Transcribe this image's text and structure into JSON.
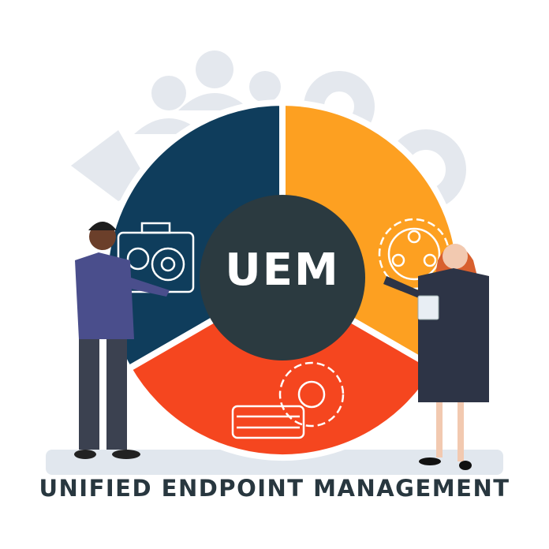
{
  "center_label": "UEM",
  "caption": "UNIFIED ENDPOINT MANAGEMENT",
  "colors": {
    "blue": "#0f3d5c",
    "orange": "#fda021",
    "red": "#f5461f",
    "center": "#2b3a40",
    "text": "#28373f",
    "ground": "#e1e7ee",
    "background_shapes": "#e4e8ee"
  },
  "segments": [
    {
      "icon": "toolbox-gears-icon",
      "color": "blue"
    },
    {
      "icon": "gear-network-icon",
      "color": "orange"
    },
    {
      "icon": "gears-machine-icon",
      "color": "red"
    }
  ]
}
